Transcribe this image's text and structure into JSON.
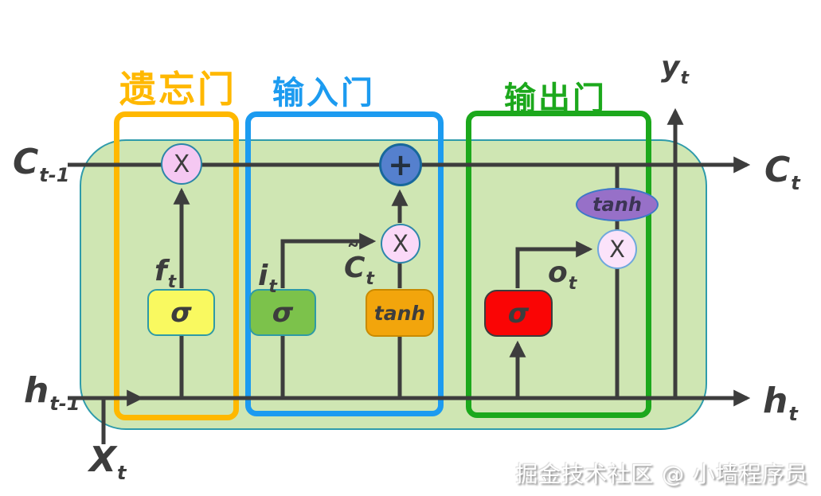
{
  "diagram_type": "LSTM cell",
  "gates": {
    "forget": {
      "label": "遗忘门",
      "color": "#FFB800"
    },
    "input": {
      "label": "输入门",
      "color": "#1C9BF0"
    },
    "output": {
      "label": "输出门",
      "color": "#1CA81C"
    }
  },
  "nodes": {
    "forget_multiply": "X",
    "add": "+",
    "input_multiply": "X",
    "output_multiply": "X",
    "cell_tanh": "tanh",
    "forget_sigma": "σ",
    "input_sigma": "σ",
    "candidate_tanh": "tanh",
    "output_sigma": "σ"
  },
  "labels": {
    "c_prev": {
      "base": "C",
      "sub": "t-1"
    },
    "c_next": {
      "base": "C",
      "sub": "t"
    },
    "h_prev": {
      "base": "h",
      "sub": "t-1"
    },
    "h_next": {
      "base": "h",
      "sub": "t"
    },
    "x_t": {
      "base": "X",
      "sub": "t"
    },
    "y_t": {
      "base": "y",
      "sub": "t"
    },
    "f_t": {
      "base": "f",
      "sub": "t"
    },
    "i_t": {
      "base": "i",
      "sub": "t"
    },
    "c_tilde": {
      "base": "C",
      "accent": "˜",
      "sub": "t"
    },
    "o_t": {
      "base": "o",
      "sub": "t"
    }
  },
  "watermark": "掘金技术社区 @ 小墙程序员",
  "colors": {
    "container_fill": "#CFE6B3",
    "container_border": "#2F9BAB",
    "line": "#3D3D3D",
    "forget_gate": "#FFB800",
    "input_gate": "#1C9BF0",
    "output_gate": "#1CA81C",
    "multiply_fill": "#F5C8F2",
    "multiply_border": "#2C86A8",
    "add_fill": "#5580CE",
    "add_border": "#17689B",
    "tanh_ellipse_fill": "#9770C8",
    "tanh_ellipse_border": "#3C78C8",
    "sigma_yellow": "#F9F960",
    "sigma_green": "#7CC24B",
    "tanh_box_orange": "#F2A50C",
    "sigma_red": "#FA0505",
    "box_border_teal": "#2E9AA6"
  }
}
